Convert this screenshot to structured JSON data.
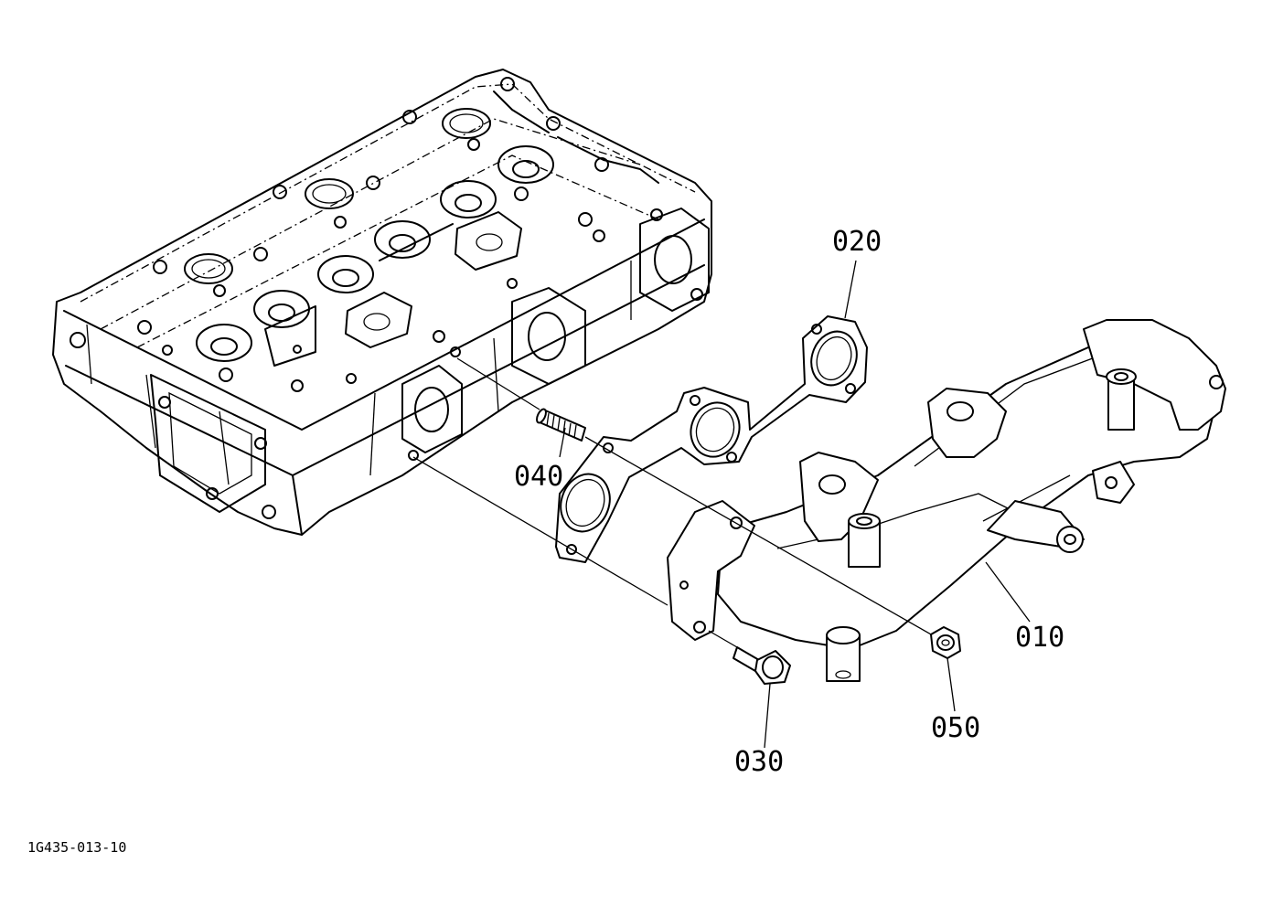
{
  "diagram": {
    "drawing_number": "1G435-013-10",
    "callouts": [
      {
        "id": "callout-010",
        "label": "010"
      },
      {
        "id": "callout-020",
        "label": "020"
      },
      {
        "id": "callout-030",
        "label": "030"
      },
      {
        "id": "callout-040",
        "label": "040"
      },
      {
        "id": "callout-050",
        "label": "050"
      }
    ]
  }
}
